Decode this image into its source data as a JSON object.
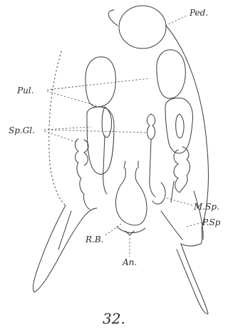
{
  "labels": {
    "ped": "Ped.",
    "pul": "Pul.",
    "sp_gl": "Sp.Gl.",
    "m_sp": "M.Sp.",
    "p_sp": "P.Sp",
    "r_b": "R.B.",
    "an": "An."
  },
  "figure_number": "32."
}
